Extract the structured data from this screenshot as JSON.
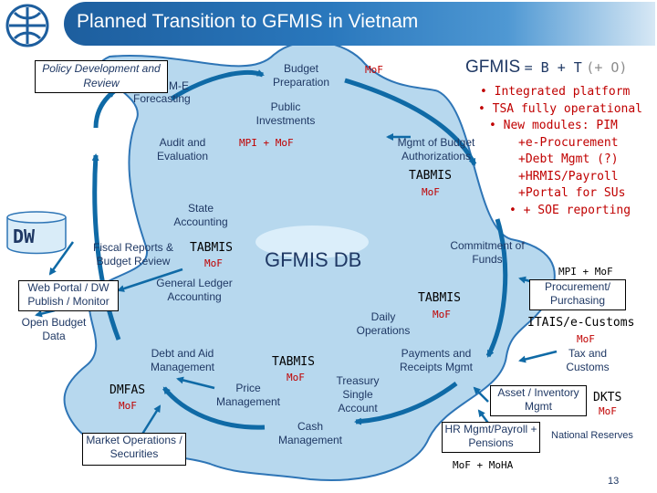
{
  "title": "Planned Transition to GFMIS in Vietnam",
  "colors": {
    "blob_fill": "#b7d8ee",
    "blob_stroke": "#2e75b6",
    "arrow": "#0f6aa6",
    "mof": "#c00000",
    "text": "#1f3864",
    "header": "#2a78bd"
  },
  "gfmis": {
    "heading": "GFMIS",
    "formula": "= B + T",
    "formula_extra": "(+ O)",
    "bullets": [
      "• Integrated platform",
      "• TSA fully operational",
      "• New modules: PIM",
      "+e-Procurement",
      "+Debt Mgmt (?)",
      "+HRMIS/Payroll",
      "+Portal for SUs",
      "• + SOE reporting"
    ]
  },
  "nodes": {
    "policy": "Policy Development and Review",
    "me": "M-E",
    "forecasting": "Forecasting",
    "budget_prep": "Budget Preparation",
    "mof_top": "MoF",
    "public_inv": "Public Investments",
    "mpi_mof": "MPI + MoF",
    "audit": "Audit and Evaluation",
    "mgmt_budget": "Mgmt of Budget Authorizations",
    "tabmis_right": "TABMIS",
    "mof_right": "MoF",
    "state_acc": "State Accounting",
    "dw": "DW",
    "fiscal_reports": "Fiscal Reports & Budget Review",
    "tabmis_fiscal": "TABMIS",
    "mof_fiscal": "MoF",
    "gfmis_db": "GFMIS DB",
    "commitment": "Commitment of Funds",
    "mpi_mof_2": "MPI + MoF",
    "web_portal": "Web Portal / DW Publish / Monitor",
    "general_ledger": "General Ledger Accounting",
    "tabmis_daily": "TABMIS",
    "mof_daily": "MoF",
    "procurement": "Procurement/ Purchasing",
    "open_budget": "Open Budget Data",
    "daily_ops": "Daily Operations",
    "itais": "ITAIS/e-Customs",
    "mof_itais": "MoF",
    "tax_customs": "Tax and Customs",
    "debt_aid": "Debt and Aid Management",
    "tabmis_bottom": "TABMIS",
    "mof_bottom": "MoF",
    "payments": "Payments and Receipts Mgmt",
    "dmfas": "DMFAS",
    "mof_dmfas": "MoF",
    "price_mgmt": "Price Management",
    "treasury": "Treasury Single Account",
    "asset_inv": "Asset / Inventory Mgmt",
    "dkts": "DKTS",
    "mof_dkts": "MoF",
    "cash_mgmt": "Cash Management",
    "hr_payroll": "HR Mgmt/Payroll + Pensions",
    "national_reserves": "National Reserves",
    "mof_moha": "MoF + MoHA",
    "market_ops": "Market Operations / Securities"
  },
  "page_number": "13"
}
